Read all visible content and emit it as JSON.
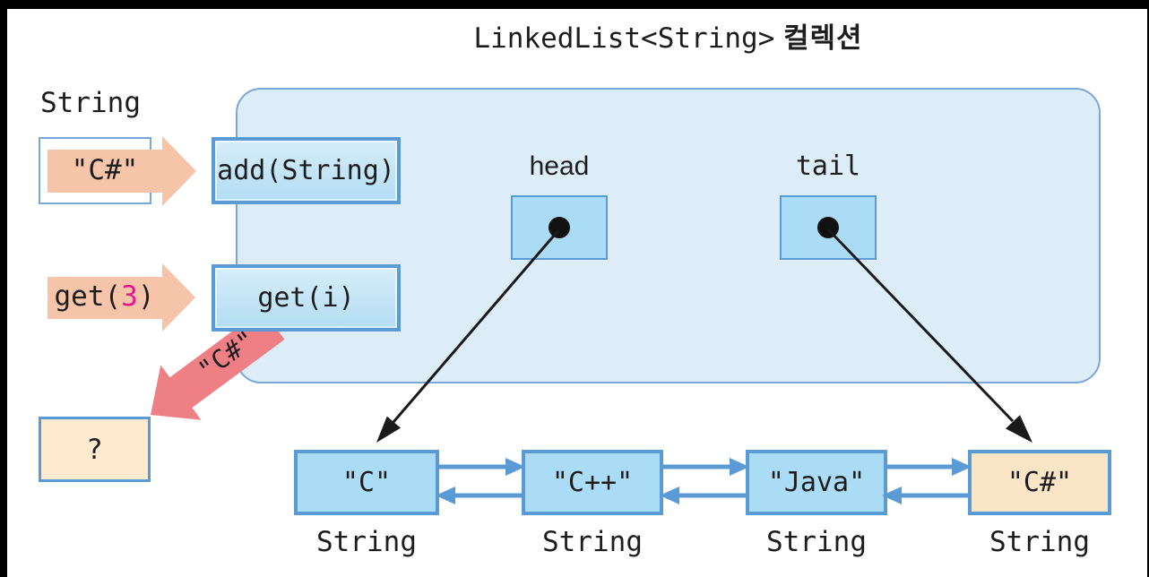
{
  "title": {
    "code": "LinkedList<String>",
    "suffix": " 컬렉션"
  },
  "left_panel": {
    "param_type_label": "String",
    "input_value": "\"C#\"",
    "add_method": "add(String)",
    "get_call": {
      "prefix": "get(",
      "index": "3",
      "suffix": ")"
    },
    "get_method": "get(i)",
    "return_value": "\"C#\"",
    "result_placeholder": "?"
  },
  "collection": {
    "head_label": "head",
    "tail_label": "tail"
  },
  "nodes": [
    {
      "value": "\"C\"",
      "type": "String",
      "highlight": false
    },
    {
      "value": "\"C++\"",
      "type": "String",
      "highlight": false
    },
    {
      "value": "\"Java\"",
      "type": "String",
      "highlight": false
    },
    {
      "value": "\"C#\"",
      "type": "String",
      "highlight": true
    }
  ],
  "icons": {
    "head_pointer_dot": "filled-circle",
    "tail_pointer_dot": "filled-circle"
  },
  "colors": {
    "blue_border": "#5b9bd5",
    "box_fill": "#aadcf5",
    "method_fill": "#b3ddf3",
    "container_fill": "#dcedf8",
    "container_border": "#7aa7d9",
    "highlight_fill": "#fbe5c7",
    "result_fill": "#fdeacf",
    "salmon_arrow": "#f6c5a9",
    "red_arrow": "#ee7f85",
    "link_blue": "#5b9bd5",
    "index_magenta": "#e6198c",
    "text_dark": "#1d1d1d"
  }
}
